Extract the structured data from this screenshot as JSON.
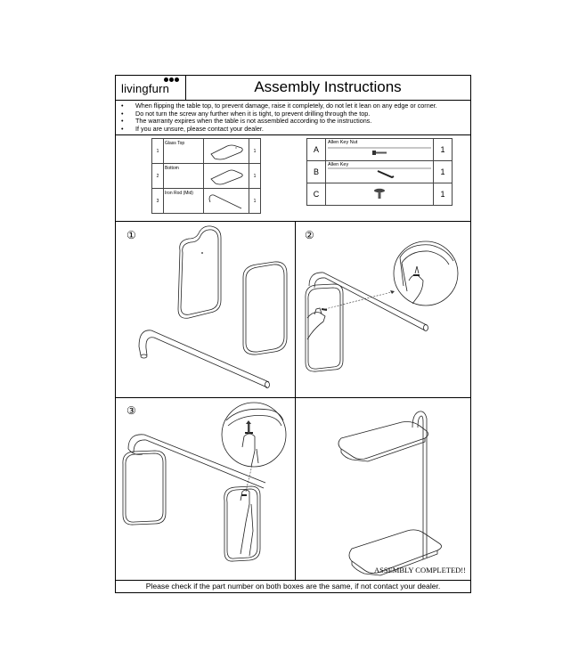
{
  "header": {
    "brand": "livingfurn",
    "title": "Assembly Instructions"
  },
  "notes": [
    "When flipping the table top, to prevent damage, raise it completely, do not let it lean on any edge or corner.",
    "Do not turn the screw any further when it is tight, to prevent drilling through the top.",
    "The warranty expires when the table is not assembled according to the instructions.",
    "If you are unsure, please contact your dealer."
  ],
  "parts": [
    {
      "num": "1",
      "name": "Glass Top",
      "qty": "1"
    },
    {
      "num": "2",
      "name": "Bottom",
      "qty": "1"
    },
    {
      "num": "3",
      "name": "Iron Rod (Mid)",
      "qty": "1"
    }
  ],
  "hardware": [
    {
      "letter": "A",
      "name": "Allen Key Nut",
      "qty": "1"
    },
    {
      "letter": "B",
      "name": "Allen Key",
      "qty": "1"
    },
    {
      "letter": "C",
      "name": "",
      "qty": "1"
    }
  ],
  "steps": [
    {
      "num": "①"
    },
    {
      "num": "②"
    },
    {
      "num": "③"
    }
  ],
  "completed_label": "ASSEMBLY COMPLETED!!",
  "footer": "Please check if the part number on both boxes are the same, if not contact your dealer."
}
